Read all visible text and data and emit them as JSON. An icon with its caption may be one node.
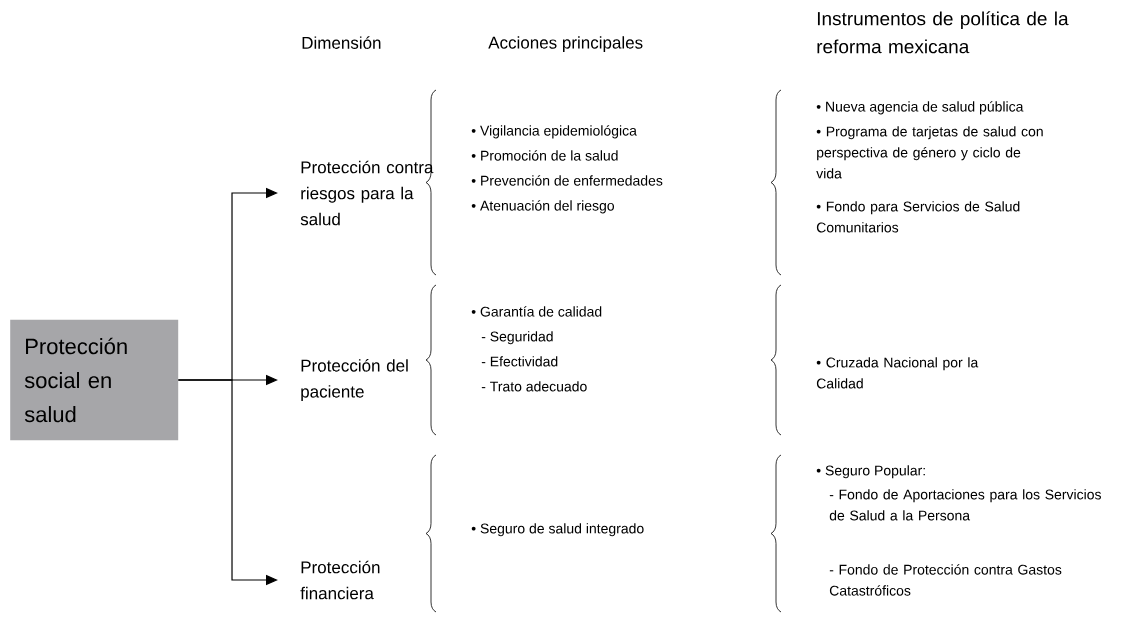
{
  "diagram": {
    "nodes": [
      {
        "text": [
          "Protección social en salud"
        ]
      },
      {
        "text": [
          "Protección contra riesgos para la salud"
        ]
      },
      {
        "text": [
          "Protección del paciente"
        ]
      },
      {
        "text": [
          "Protección financiera"
        ]
      }
    ],
    "edges": [
      {
        "from": 0,
        "to": 1,
        "arrow": "to"
      },
      {
        "from": 0,
        "to": 2,
        "arrow": "to"
      },
      {
        "from": 0,
        "to": 3,
        "arrow": "to"
      }
    ],
    "labels": [
      "Dimensión",
      "Acciones principales",
      "Instrumentos de política de la reforma mexicana",
      "• Vigilancia epidemiológica",
      "• Promoción de la salud",
      "• Prevención de enfermedades",
      "• Atenuación del riesgo",
      "• Nueva agencia de salud pública",
      "• Programa de tarjetas de salud con perspectiva de género y ciclo de vida",
      "• Fondo para Servicios de Salud Comunitarios",
      "• Garantía de calidad",
      "- Seguridad",
      "- Efectividad",
      "- Trato adecuado",
      "• Cruzada Nacional por la Calidad",
      "• Seguro de salud integrado",
      "• Seguro Popular:",
      "- Fondo de Aportaciones para los Servicios de Salud a la Persona",
      "- Fondo de Protección contra Gastos Catastróficos"
    ]
  }
}
